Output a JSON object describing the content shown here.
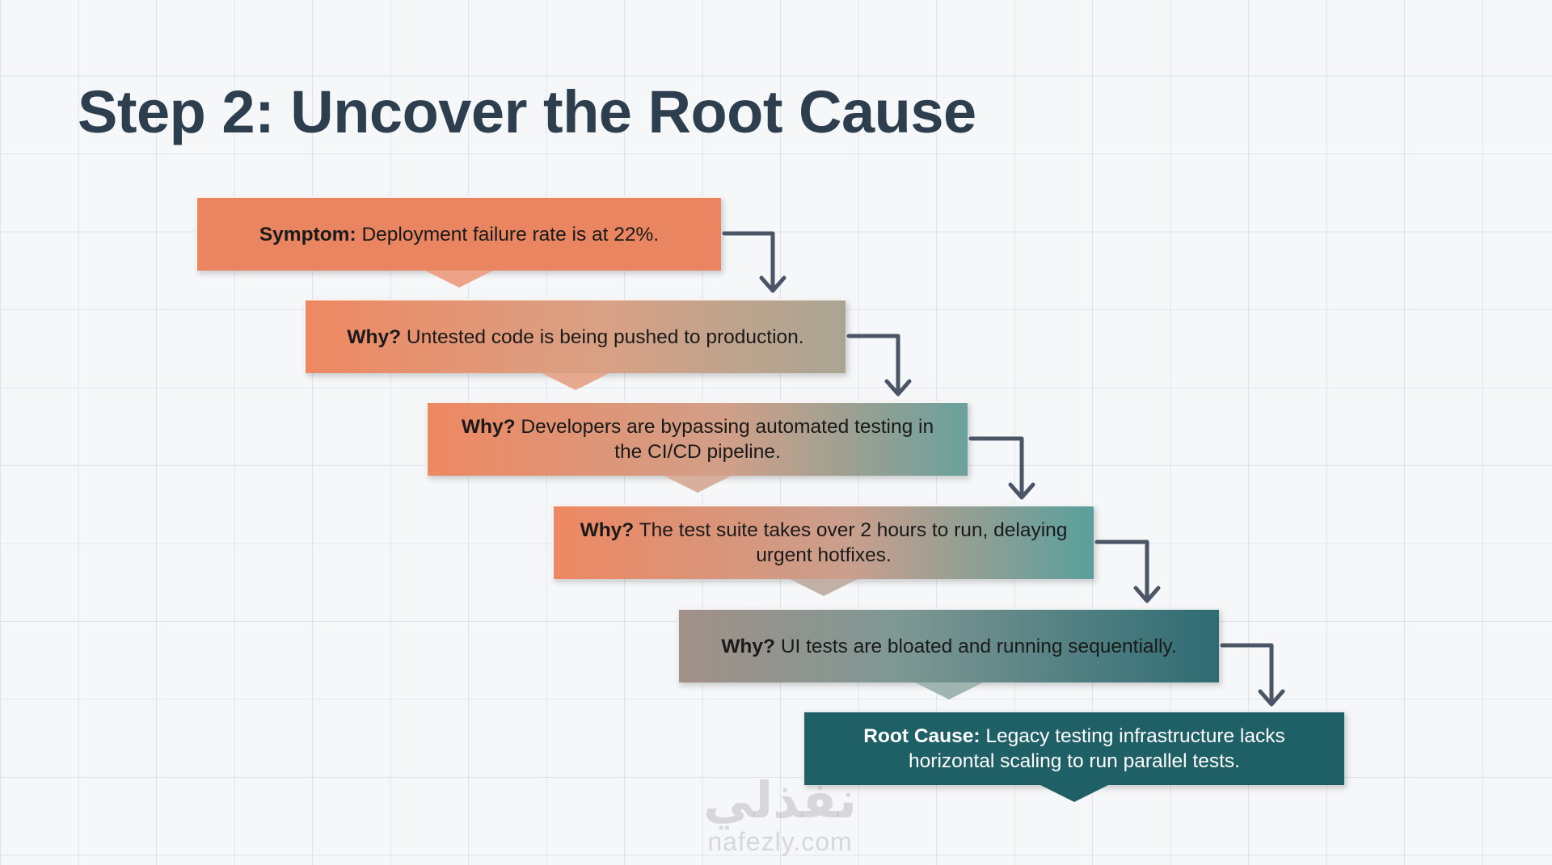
{
  "title": "Step 2: Uncover the Root Cause",
  "steps": [
    {
      "label": "Symptom:",
      "text": "Deployment failure rate is at 22%."
    },
    {
      "label": "Why?",
      "text": "Untested code is being pushed to production."
    },
    {
      "label": "Why?",
      "text": "Developers are bypassing automated testing in the CI/CD pipeline."
    },
    {
      "label": "Why?",
      "text": "The test suite takes over 2 hours to run, delaying urgent hotfixes."
    },
    {
      "label": "Why?",
      "text": "UI tests are bloated and running sequentially."
    },
    {
      "label": "Root Cause:",
      "text": "Legacy testing infrastructure lacks horizontal scaling to run parallel tests."
    }
  ],
  "watermark": {
    "arabic": "نفذلي",
    "url": "nafezly.com"
  },
  "colors": {
    "title": "#2d3e4e",
    "symptom": "#ea8562",
    "root_cause": "#1f5f66",
    "arrow": "#4a5566"
  }
}
